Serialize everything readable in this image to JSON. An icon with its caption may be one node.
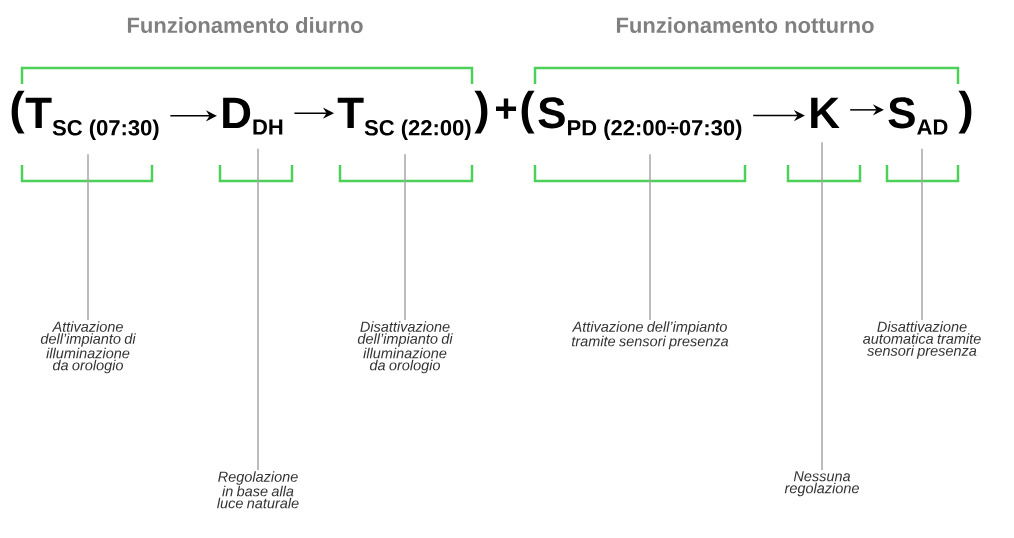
{
  "diagram": {
    "nodes": [
      {
        "text": [
          "\\text{T}_{\\text{SC (07:30)}}"
        ]
      },
      {
        "text": [
          "\\text{D}_{\\text{DH}}"
        ]
      },
      {
        "text": [
          "\\text{T}_{\\text{SC (22:00)}}"
        ]
      },
      {
        "text": [
          "\\text{S}_{\\text{PD (22:00÷07:30)}}"
        ]
      },
      {
        "text": [
          "\\text{K}"
        ]
      },
      {
        "text": [
          "\\text{S}_{\\text{AD}}"
        ]
      },
      {
        "text": [
          "Attivazione dell’impianto di illuminazione da orologio"
        ]
      },
      {
        "text": [
          "Regolazione in base alla luce naturale"
        ]
      },
      {
        "text": [
          "Disattivazione dell’impianto di illuminazione da orologio"
        ]
      },
      {
        "text": [
          "Attivazione dell’impianto tramite sensori presenza"
        ]
      },
      {
        "text": [
          "Nessuna regolazione"
        ]
      },
      {
        "text": [
          "Disattivazione automatica tramite sensori presenza"
        ]
      }
    ],
    "edges": [
      {
        "from": 0,
        "to": 1,
        "arrow": "to",
        "color": "#000000"
      },
      {
        "from": 1,
        "to": 2,
        "arrow": "to",
        "color": "#000000"
      },
      {
        "from": 3,
        "to": 4,
        "arrow": "to",
        "color": "#000000"
      },
      {
        "from": 4,
        "to": 5,
        "arrow": "to",
        "color": "#000000"
      },
      {
        "from": 6,
        "to": 0,
        "arrow": "none"
      },
      {
        "from": 7,
        "to": 1,
        "arrow": "none"
      },
      {
        "from": 8,
        "to": 2,
        "arrow": "none"
      },
      {
        "from": 9,
        "to": 3,
        "arrow": "none"
      },
      {
        "from": 10,
        "to": 4,
        "arrow": "none"
      },
      {
        "from": 11,
        "to": 5,
        "arrow": "none"
      }
    ],
    "labels": [
      "Funzionamento diurno",
      "Funzionamento notturno",
      "(",
      ")",
      "+",
      "(",
      ")"
    ]
  }
}
